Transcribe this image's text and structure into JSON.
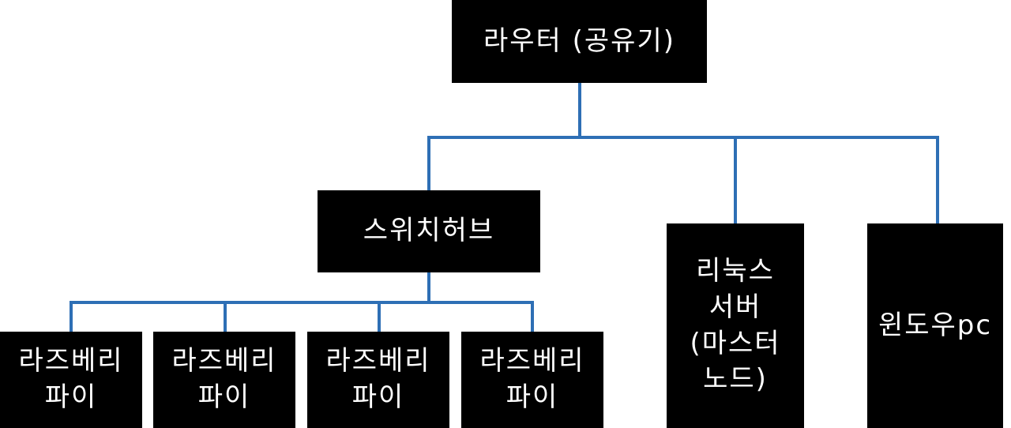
{
  "nodes": {
    "router": "라우터 (공유기)",
    "switch": "스위치허브",
    "linux": "리눅스\n서버\n(마스터\n노드)",
    "windows": "윈도우pc",
    "pi_1": "라즈베리\n파이",
    "pi_2": "라즈베리\n파이",
    "pi_3": "라즈베리\n파이",
    "pi_4": "라즈베리\n파이"
  },
  "colors": {
    "node_fill": "#000000",
    "node_text": "#ffffff",
    "connector": "#2e6fb5",
    "background": "#ffffff"
  }
}
